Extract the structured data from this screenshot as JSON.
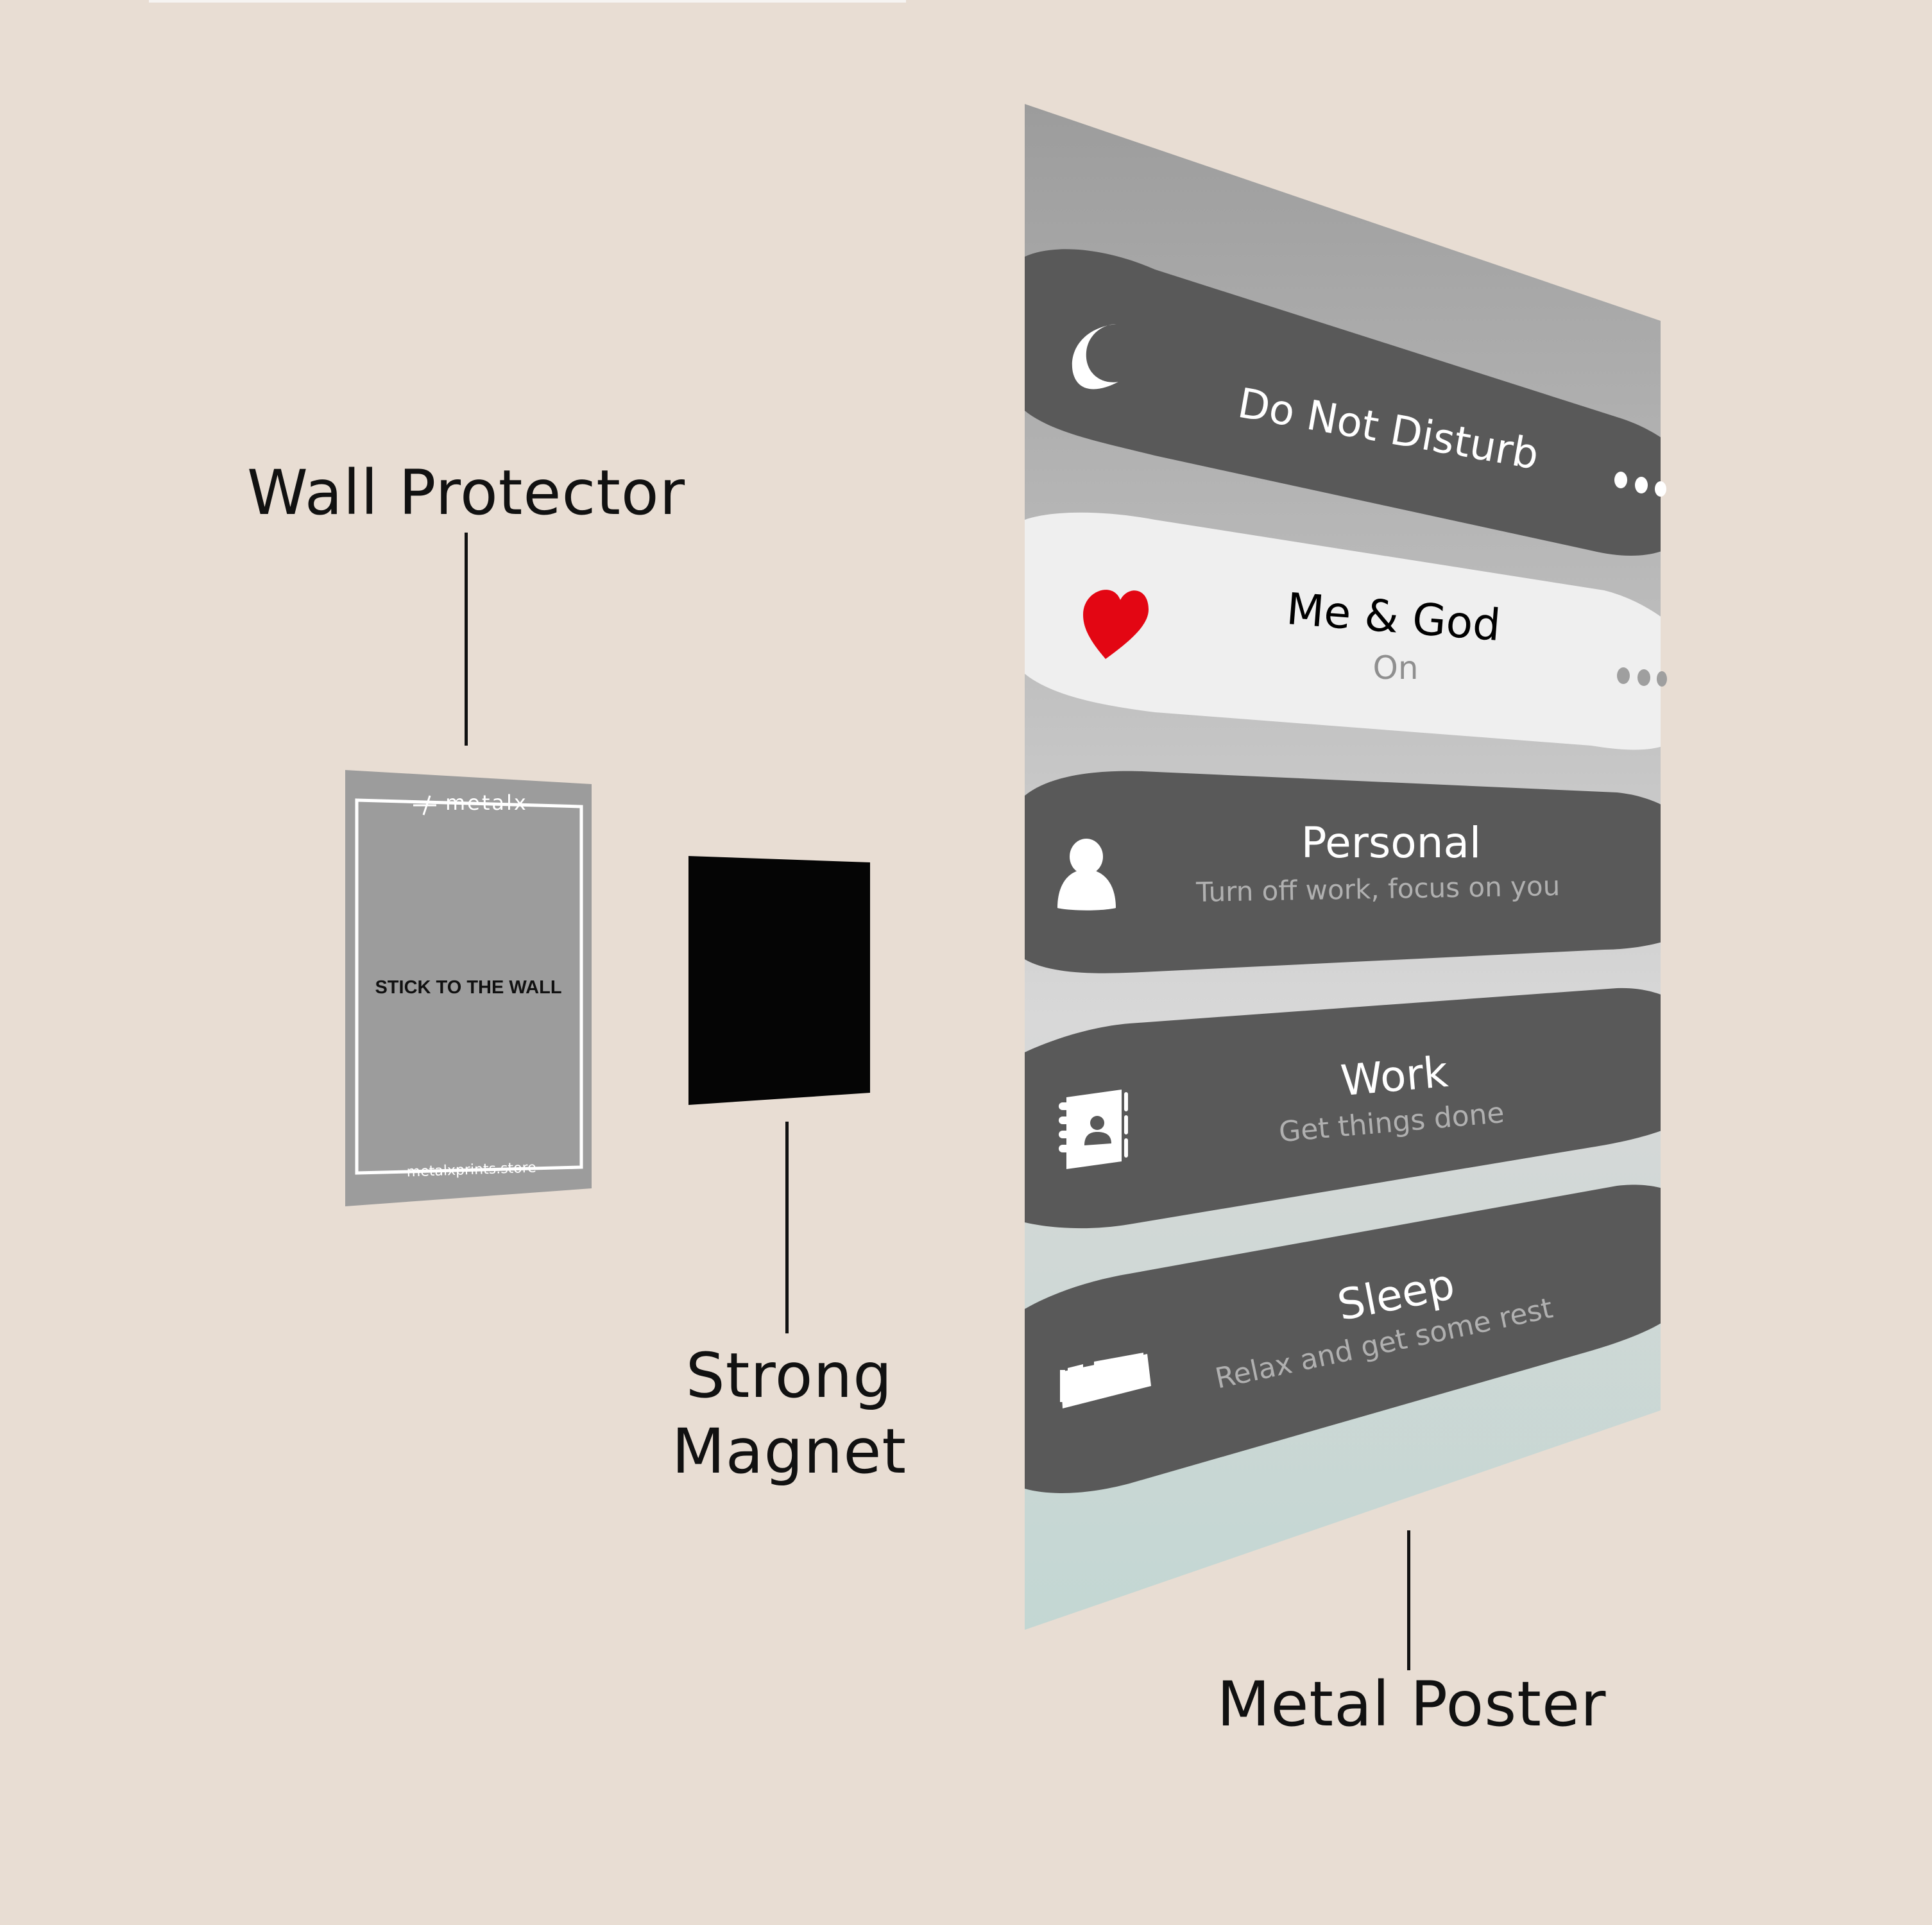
{
  "callouts": {
    "wall_protector": "Wall Protector",
    "strong_magnet_line1": "Strong",
    "strong_magnet_line2": "Magnet",
    "metal_poster": "Metal Poster"
  },
  "protector": {
    "brand": "metalx",
    "label": "STICK TO THE WALL",
    "website": "metalxprints.store"
  },
  "poster": {
    "items": [
      {
        "title": "Do Not Disturb",
        "subtitle": "",
        "icon": "moon-icon",
        "theme": "dark",
        "more": "more-dots-icon"
      },
      {
        "title": "Me & God",
        "subtitle": "On",
        "icon": "heart-icon",
        "theme": "light",
        "more": "more-dots-icon"
      },
      {
        "title": "Personal",
        "subtitle": "Turn off work, focus on you",
        "icon": "person-icon",
        "theme": "dark"
      },
      {
        "title": "Work",
        "subtitle": "Get things done",
        "icon": "contacts-book-icon",
        "theme": "dark"
      },
      {
        "title": "Sleep",
        "subtitle": "Relax and get some rest",
        "icon": "bed-icon",
        "theme": "dark"
      }
    ]
  },
  "colors": {
    "background": "#e8ddd3",
    "pill_dark": "#595959",
    "pill_light": "#efefef",
    "heart": "#e30613",
    "poster_top": "#9f9f9f",
    "poster_bottom": "#c3d7d3",
    "protector": "#9c9c9c",
    "magnet": "#050505"
  }
}
